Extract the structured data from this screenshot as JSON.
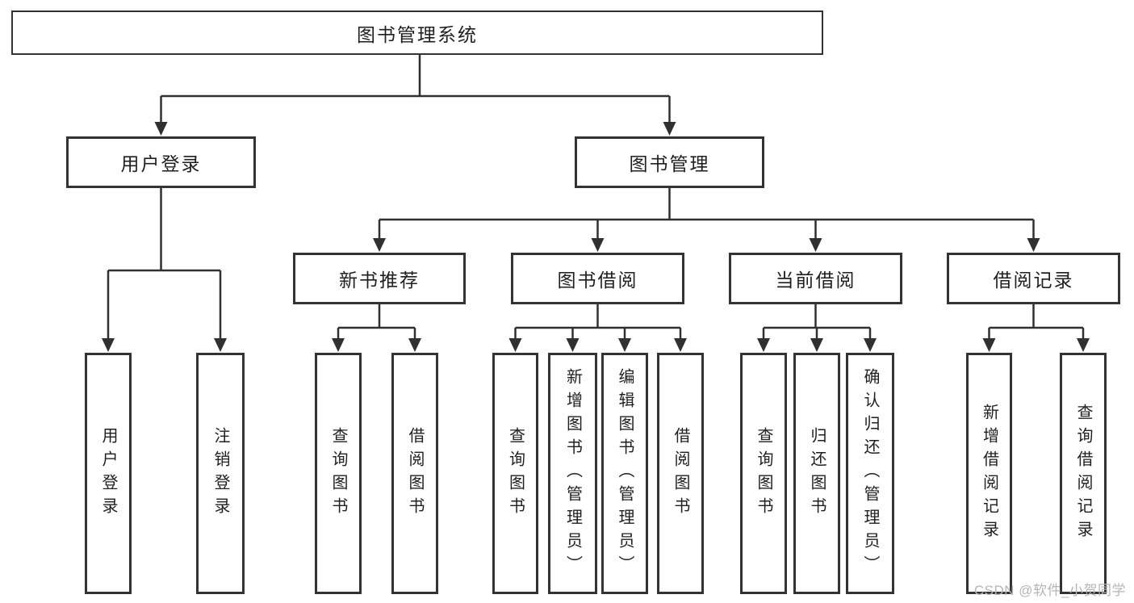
{
  "diagram": {
    "title": "图书管理系统",
    "root": {
      "label": "图书管理系统"
    },
    "level2": [
      {
        "label": "用户登录"
      },
      {
        "label": "图书管理"
      }
    ],
    "level3": [
      {
        "label": "新书推荐",
        "parent": "图书管理"
      },
      {
        "label": "图书借阅",
        "parent": "图书管理"
      },
      {
        "label": "当前借阅",
        "parent": "图书管理"
      },
      {
        "label": "借阅记录",
        "parent": "图书管理"
      }
    ],
    "leaves": [
      {
        "label": "用户登录",
        "parent": "用户登录"
      },
      {
        "label": "注销登录",
        "parent": "用户登录"
      },
      {
        "label": "查询图书",
        "parent": "新书推荐"
      },
      {
        "label": "借阅图书",
        "parent": "新书推荐"
      },
      {
        "label": "查询图书",
        "parent": "图书借阅"
      },
      {
        "label": "新增图书（管理员）",
        "parent": "图书借阅"
      },
      {
        "label": "编辑图书（管理员）",
        "parent": "图书借阅"
      },
      {
        "label": "借阅图书",
        "parent": "图书借阅"
      },
      {
        "label": "查询图书",
        "parent": "当前借阅"
      },
      {
        "label": "归还图书",
        "parent": "当前借阅"
      },
      {
        "label": "确认归还（管理员）",
        "parent": "当前借阅"
      },
      {
        "label": "新增借阅记录",
        "parent": "借阅记录"
      },
      {
        "label": "查询借阅记录",
        "parent": "借阅记录"
      }
    ],
    "colors": {
      "line": "#303030",
      "border": "#333333",
      "text": "#1f1f1f",
      "watermark": "#b5b5b5",
      "background": "#ffffff"
    }
  },
  "watermark": {
    "text": "CSDN @软件_小贺同学"
  }
}
